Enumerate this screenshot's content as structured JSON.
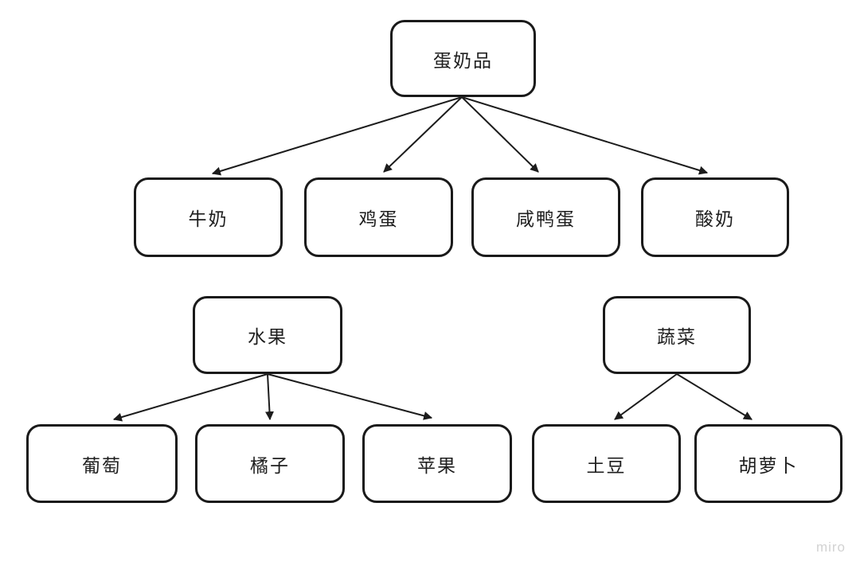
{
  "app": {
    "watermark": "miro"
  },
  "colors": {
    "background": "#ffffff",
    "node_fill": "#ffffff",
    "node_border": "#1a1a1a",
    "connector": "#1c1c1c",
    "watermark_text": "#d2d2d2"
  },
  "diagram": {
    "type": "tree",
    "trees": [
      {
        "root": "蛋奶品",
        "children": [
          "牛奶",
          "鸡蛋",
          "咸鸭蛋",
          "酸奶"
        ]
      },
      {
        "root": "水果",
        "children": [
          "葡萄",
          "橘子",
          "苹果"
        ]
      },
      {
        "root": "蔬菜",
        "children": [
          "土豆",
          "胡萝卜"
        ]
      }
    ]
  }
}
